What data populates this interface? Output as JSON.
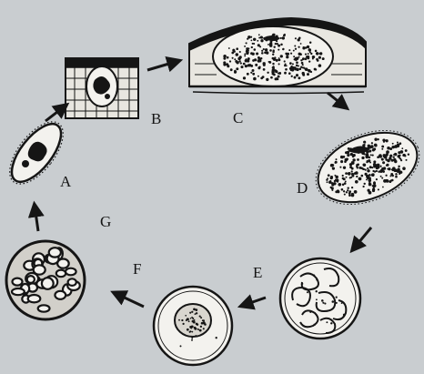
{
  "diagram": {
    "stages": [
      {
        "id": "A",
        "label": "A",
        "icon": "cell-with-dark-nucleus-icon"
      },
      {
        "id": "B",
        "label": "B",
        "icon": "tissue-block-with-cell-icon"
      },
      {
        "id": "C",
        "label": "C",
        "icon": "enlarged-granular-cell-icon"
      },
      {
        "id": "D",
        "label": "D",
        "icon": "oval-granular-cell-icon"
      },
      {
        "id": "E",
        "label": "E",
        "icon": "cyst-with-coiled-filaments-icon"
      },
      {
        "id": "F",
        "label": "F",
        "icon": "round-cyst-with-nucleus-icon"
      },
      {
        "id": "G",
        "label": "G",
        "icon": "cyst-with-many-cells-icon"
      }
    ],
    "cycle_order": [
      "A",
      "B",
      "C",
      "D",
      "E",
      "F",
      "G",
      "A"
    ],
    "colors": {
      "background": "#c9cdd0",
      "ink": "#151515",
      "fill": "#f3f2ee"
    }
  }
}
